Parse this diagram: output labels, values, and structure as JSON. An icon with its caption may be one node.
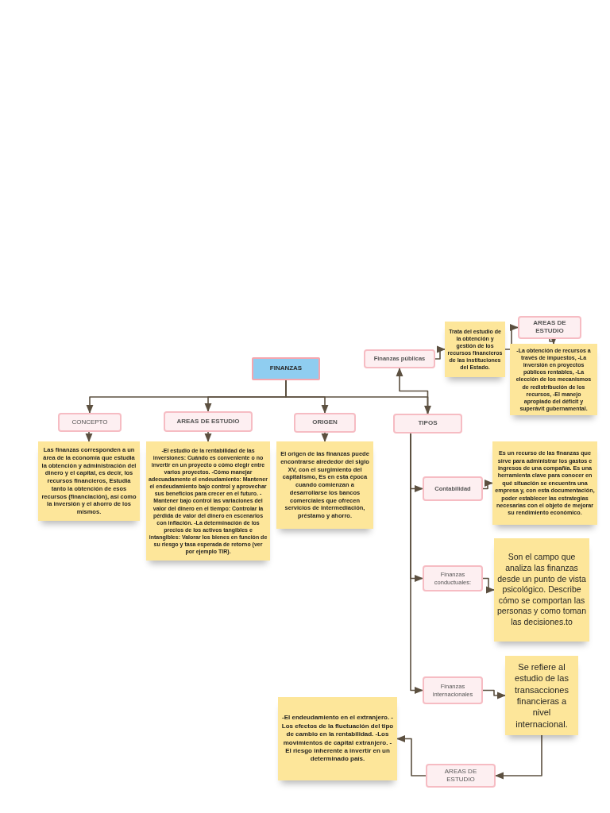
{
  "diagram": {
    "nodes": [
      {
        "text": [
          "FINANZAS"
        ]
      },
      {
        "text": [
          "CONCEPTO"
        ]
      },
      {
        "text": [
          "AREAS DE ESTUDIO"
        ]
      },
      {
        "text": [
          "ORIGEN"
        ]
      },
      {
        "text": [
          "TIPOS"
        ]
      },
      {
        "text": [
          "Las finanzas corresponden a un área de la economía que estudia la obtención y administración del dinero y el capital, es decir, los recursos financieros, Estudia tanto la obtención de esos recursos (financiación), así como la inversión y el ahorro de los mismos."
        ]
      },
      {
        "text": [
          "-El estudio de la rentabilidad de las inversiones: Cuándo es conveniente o no invertir en un proyecto o cómo elegir entre varios proyectos. -Cómo manejar adecuadamente el endeudamiento: Mantener el endeudamiento bajo control y aprovechar sus beneficios para crecer en el futuro. -Mantener bajo control las variaciones del valor del dinero en el tiempo: Controlar la pérdida de valor del dinero en escenarios con inflación. -La determinación de los precios de los activos tangibles e intangibles: Valorar los bienes en función de su riesgo y tasa esperada de retorno (ver por ejemplo TIR)."
        ]
      },
      {
        "text": [
          "El origen de las finanzas puede encontrarse alrededor del siglo XV, con el surgimiento del capitalismo, Es en esta época cuando comienzan a desarrollarse los bancos comerciales que ofrecen servicios de intermediación, préstamo y ahorro."
        ]
      },
      {
        "text": [
          "Finanzas públicas"
        ]
      },
      {
        "text": [
          "Trata del estudio de la obtención y gestión de los recursos financieros de las instituciones del Estado."
        ]
      },
      {
        "text": [
          "AREAS DE ESTUDIO"
        ]
      },
      {
        "text": [
          "-La obtención de recursos a través de impuestos, -La inversión en proyectos públicos rentables, -La elección de los mecanismos de redistribución de los recursos, -El manejo apropiado del déficit y superávit gubernamental."
        ]
      },
      {
        "text": [
          "Contabilidad"
        ]
      },
      {
        "text": [
          "Es un recurso de las finanzas que sirve para administrar los gastos e ingresos de una compañía. Es una herramienta clave para conocer en qué situación se encuentra una empresa y, con esta documentación, poder establecer las estrategias necesarias con el objeto de mejorar su rendimiento económico."
        ]
      },
      {
        "text": [
          "Finanzas conductuales:"
        ]
      },
      {
        "text": [
          "Son el campo que analiza las finanzas desde un punto de vista psicológico. Describe cómo se comportan las personas y como toman las decisiones.to"
        ]
      },
      {
        "text": [
          "Finanzas internacionales"
        ]
      },
      {
        "text": [
          "Se refiere al estudio de las transacciones financieras a nivel internacional."
        ]
      },
      {
        "text": [
          "AREAS DE ESTUDIO"
        ]
      },
      {
        "text": [
          "-El endeudamiento en el extranjero. -Los efectos de la fluctuación del tipo de cambio en la rentabilidad. -Los movimientos de capital extranjero. -El riesgo inherente a invertir en un determinado país."
        ]
      }
    ],
    "edges": [
      {
        "from": 0,
        "to": 1,
        "arrow": "to"
      },
      {
        "from": 0,
        "to": 2,
        "arrow": "to"
      },
      {
        "from": 0,
        "to": 3,
        "arrow": "to"
      },
      {
        "from": 0,
        "to": 4,
        "arrow": "to"
      },
      {
        "from": 1,
        "to": 5,
        "arrow": "to"
      },
      {
        "from": 2,
        "to": 6,
        "arrow": "to"
      },
      {
        "from": 3,
        "to": 7,
        "arrow": "to"
      },
      {
        "from": 4,
        "to": 8,
        "arrow": "to"
      },
      {
        "from": 8,
        "to": 9,
        "arrow": "to"
      },
      {
        "from": 9,
        "to": 10,
        "arrow": "to"
      },
      {
        "from": 10,
        "to": 11,
        "arrow": "to"
      },
      {
        "from": 4,
        "to": 12,
        "arrow": "to"
      },
      {
        "from": 4,
        "to": 14,
        "arrow": "to"
      },
      {
        "from": 4,
        "to": 16,
        "arrow": "to"
      },
      {
        "from": 12,
        "to": 13,
        "arrow": "to"
      },
      {
        "from": 14,
        "to": 15,
        "arrow": "to"
      },
      {
        "from": 16,
        "to": 17,
        "arrow": "to"
      },
      {
        "from": 17,
        "to": 18,
        "arrow": "to"
      },
      {
        "from": 18,
        "to": 19,
        "arrow": "to"
      }
    ]
  }
}
